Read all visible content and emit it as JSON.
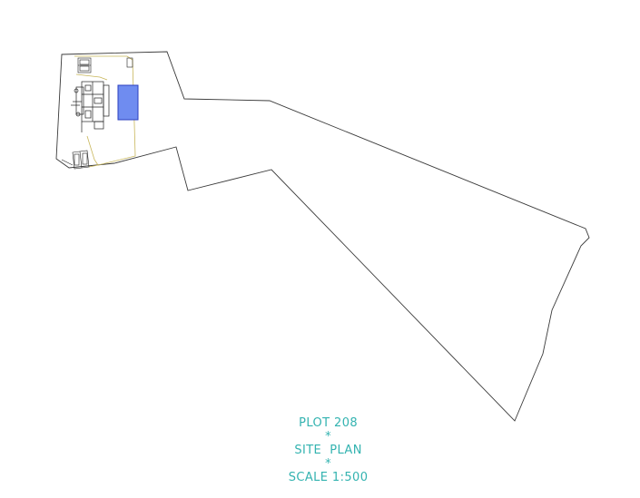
{
  "caption": {
    "plot": "PLOT 208",
    "separator": "*",
    "title": "SITE  PLAN",
    "scale": "SCALE 1:500"
  },
  "colors": {
    "caption": "#33b3b0",
    "boundary": "#3a3a3a",
    "pool_fill": "#6f8cf0",
    "pool_stroke": "#2b3fbf",
    "garden_line": "#c8b65a",
    "building": "#222222"
  },
  "icons": [
    "plot-boundary",
    "house-footprint",
    "swimming-pool",
    "parking-bay",
    "garden-boundary"
  ]
}
